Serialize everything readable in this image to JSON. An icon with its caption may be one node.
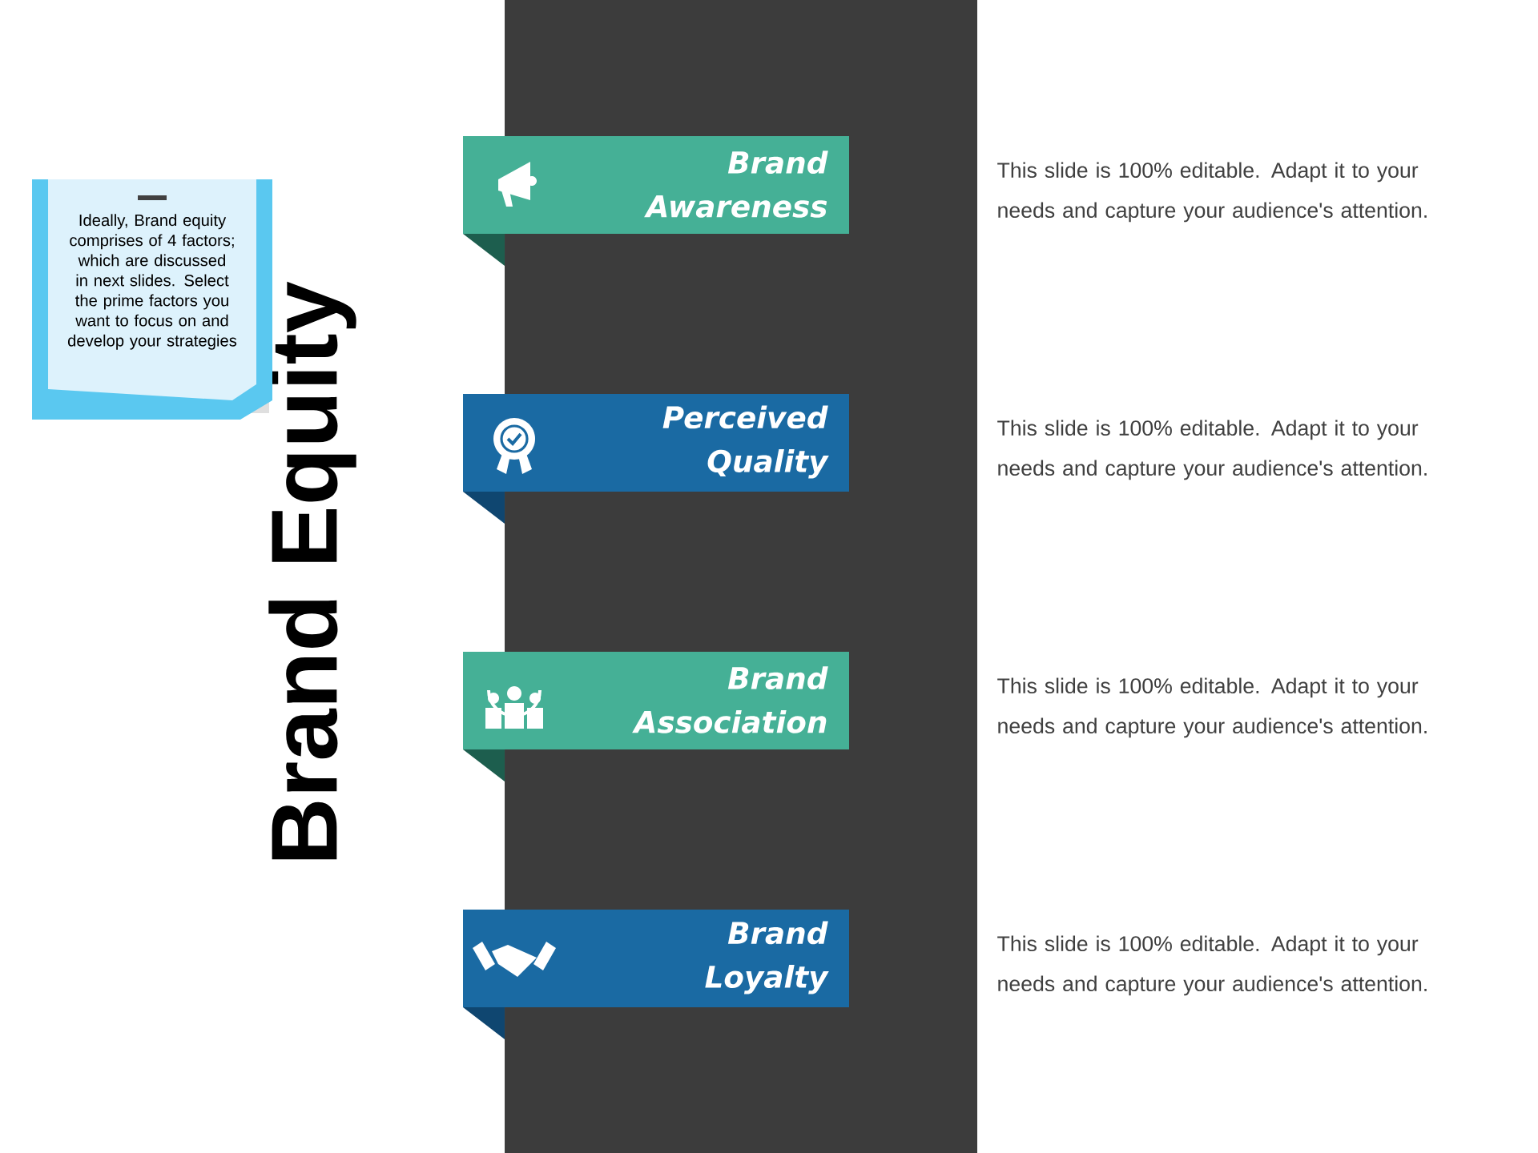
{
  "diagram": {
    "title": "Brand Equity",
    "nodes": [
      {
        "text": [
          "Ideally, Brand equity comprises of 4 factors; which are discussed in next slides. Select the prime factors you want to focus on and develop your strategies"
        ]
      },
      {
        "text": [
          "Brand Awareness"
        ]
      },
      {
        "text": [
          "Perceived Quality"
        ]
      },
      {
        "text": [
          "Brand Association"
        ]
      },
      {
        "text": [
          "Brand Loyalty"
        ]
      }
    ],
    "labels": [
      "This slide is 100% editable. Adapt it to your needs and capture your audience's attention.",
      "This slide is 100% editable. Adapt it to your needs and capture your audience's attention.",
      "This slide is 100% editable. Adapt it to your needs and capture your audience's attention.",
      "This slide is 100% editable. Adapt it to your needs and capture your audience's attention."
    ]
  }
}
